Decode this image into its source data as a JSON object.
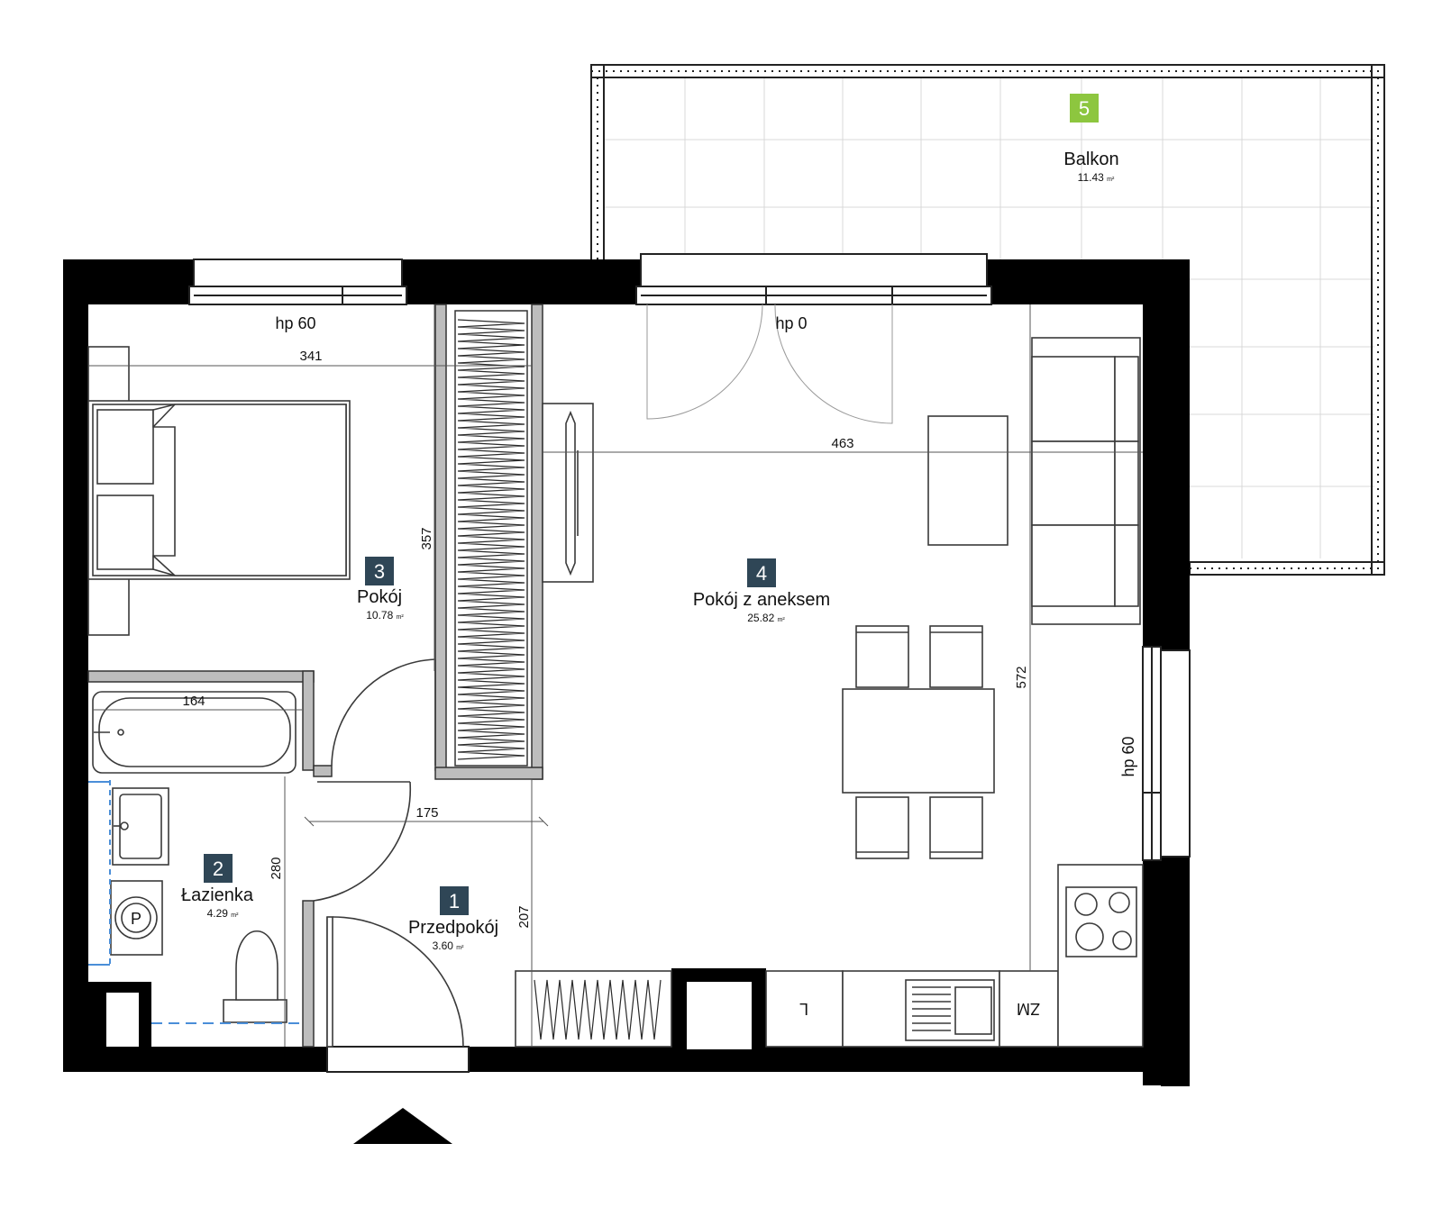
{
  "rooms": [
    {
      "number": "1",
      "name": "Przedpokój",
      "area": "3.60",
      "unit": "m²"
    },
    {
      "number": "2",
      "name": "Łazienka",
      "area": "4.29",
      "unit": "m²"
    },
    {
      "number": "3",
      "name": "Pokój",
      "area": "10.78",
      "unit": "m²"
    },
    {
      "number": "4",
      "name": "Pokój z aneksem",
      "area": "25.82",
      "unit": "m²"
    },
    {
      "number": "5",
      "name": "Balkon",
      "area": "11.43",
      "unit": "m²"
    }
  ],
  "windows": {
    "bedroom": "hp 60",
    "living": "hp 0",
    "side": "hp 60"
  },
  "dimensions": {
    "bedroom_width": "341",
    "bedroom_depth": "357",
    "living_width": "463",
    "living_depth": "572",
    "bath_tub": "164",
    "bath_depth": "280",
    "hall_width": "175",
    "hall_depth": "207"
  },
  "fixtures": {
    "washer": "P",
    "fridge": "L",
    "dishwasher": "ZM"
  },
  "colors": {
    "room_badge": "#2f4656",
    "balcony_badge": "#8dc63f"
  },
  "icons": {
    "entrance": "entrance-arrow-icon"
  }
}
